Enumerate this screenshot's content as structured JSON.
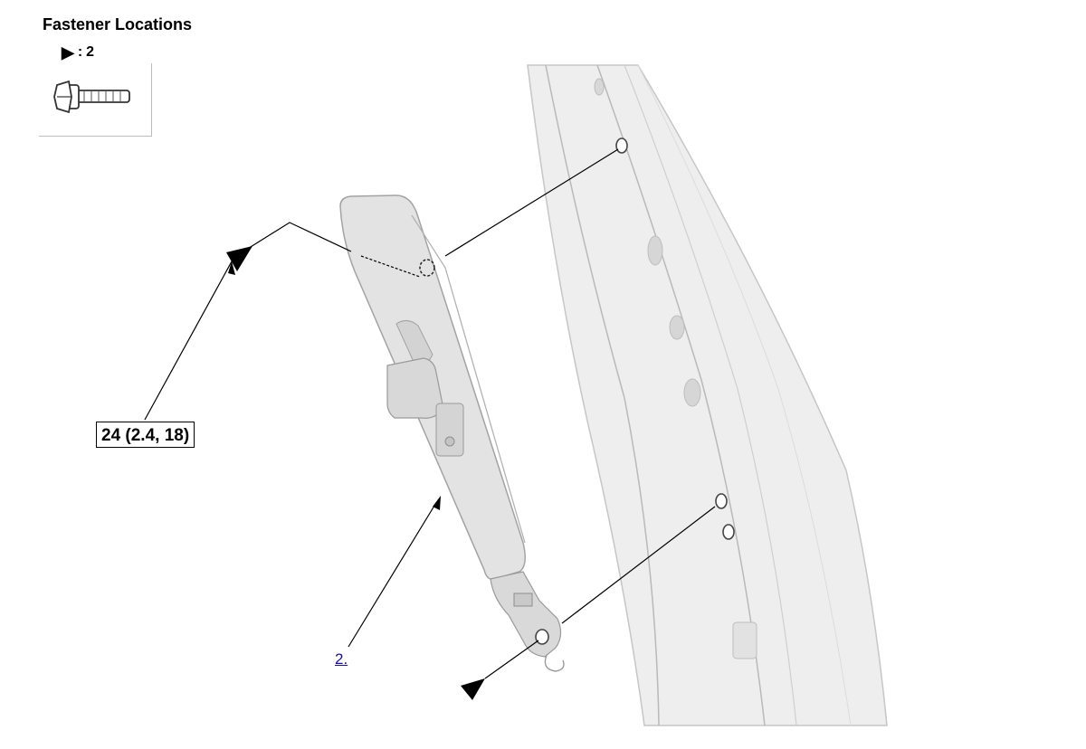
{
  "legend": {
    "title": "Fastener Locations",
    "marker_symbol": "▶",
    "separator": ":",
    "count": "2"
  },
  "torque": {
    "label": "24 (2.4, 18)"
  },
  "callout": {
    "label": "2."
  },
  "colors": {
    "line": "#000000",
    "part_fill": "#e0e0e0",
    "part_stroke": "#9a9a9a",
    "pillar_fill": "#ececec",
    "link": "#1a0dab"
  }
}
